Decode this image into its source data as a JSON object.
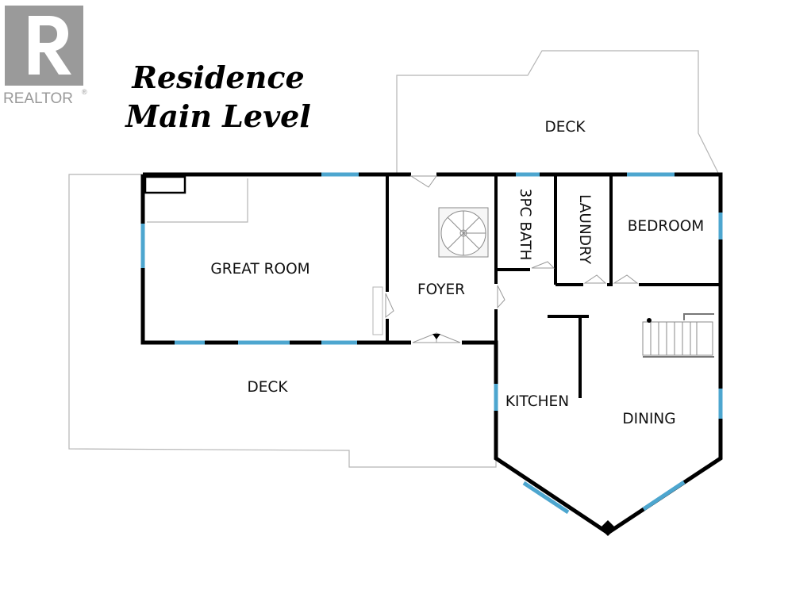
{
  "logo": {
    "text": "REALTOR",
    "mark": "®",
    "icon": "realtor-r-icon",
    "color": "#9a9a9a"
  },
  "title": {
    "line1": "Residence",
    "line2": "Main Level"
  },
  "rooms": {
    "deck_top": "DECK",
    "great_room": "GREAT ROOM",
    "foyer": "FOYER",
    "bath": "3PC BATH",
    "laundry": "LAUNDRY",
    "bedroom": "BEDROOM",
    "deck_bottom": "DECK",
    "kitchen": "KITCHEN",
    "dining": "DINING"
  },
  "colors": {
    "wall": "#000000",
    "window": "#4da6cf",
    "outline": "#b5b5b5"
  }
}
